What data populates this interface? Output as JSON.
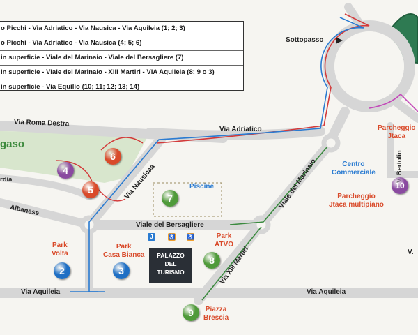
{
  "legend": [
    "o Picchi - Via Adriatico - Via Nausica - Via Aquileia  (1; 2; 3)",
    "o Picchi - Via Adriatico - Via Nausica (4; 5; 6)",
    "in superficie - Viale del Marinaio - Viale del Bersagliere (7)",
    "in superficie - Viale del Marinaio - XIII Martiri - VIA Aquileia (8; 9 o 3)",
    "in superficie - Via Equilio (10; 11; 12; 13; 14)"
  ],
  "streets": {
    "roma_destra": "Via Roma Destra",
    "adriatico": "Via Adriatico",
    "nausicaa": "Via Nausicaa",
    "marinaio": "Viale del Marinaio",
    "bersagliere": "Viale del Bersagliere",
    "xiii_martiri": "Via XIII Martiri",
    "aquileia_left": "Via Aquileia",
    "aquileia_right": "Via Aquileia",
    "albanese": "Albanese",
    "ardia": "rdia",
    "bertolini": "V. Bertolin",
    "v_right": "V."
  },
  "places": {
    "sottopasso": "Sottopasso",
    "gaso": "gaso",
    "piscine": "Piscine",
    "centro_commerciale": [
      "Centro",
      "Commerciale"
    ],
    "parcheggio_jtaca": [
      "Parcheggio",
      "Jtaca"
    ],
    "parcheggio_multipiano": [
      "Parcheggio",
      "Jtaca multipiano"
    ],
    "park_volta": [
      "Park",
      "Volta"
    ],
    "park_casa_bianca": [
      "Park",
      "Casa Bianca"
    ],
    "park_atvo": [
      "Park",
      "ATVO"
    ],
    "palazzo": [
      "PALAZZO",
      "DEL",
      "TURISMO"
    ],
    "piazza_brescia": [
      "Piazza",
      "Brescia"
    ]
  },
  "icons": {
    "j_icon": "J",
    "accessible_icon_1": "♿",
    "accessible_icon_2": "♿"
  },
  "markers": [
    {
      "id": "2",
      "label": "2",
      "color": "#1f6fc4"
    },
    {
      "id": "3",
      "label": "3",
      "color": "#1f6fc4"
    },
    {
      "id": "4",
      "label": "4",
      "color": "#8a4aa0"
    },
    {
      "id": "5",
      "label": "5",
      "color": "#d94a2a"
    },
    {
      "id": "6",
      "label": "6",
      "color": "#d94a2a"
    },
    {
      "id": "7",
      "label": "7",
      "color": "#4f9a3a"
    },
    {
      "id": "8",
      "label": "8",
      "color": "#4f9a3a"
    },
    {
      "id": "9",
      "label": "9",
      "color": "#4f9a3a"
    },
    {
      "id": "10",
      "label": "10",
      "color": "#8a4aa0"
    }
  ],
  "colors": {
    "road": "#dcdcdc",
    "park": "#d9e7cf",
    "route_red": "#d33a3a",
    "route_blue": "#2a7bd1",
    "route_green": "#3b8a3f",
    "route_magenta": "#c34ab9"
  }
}
